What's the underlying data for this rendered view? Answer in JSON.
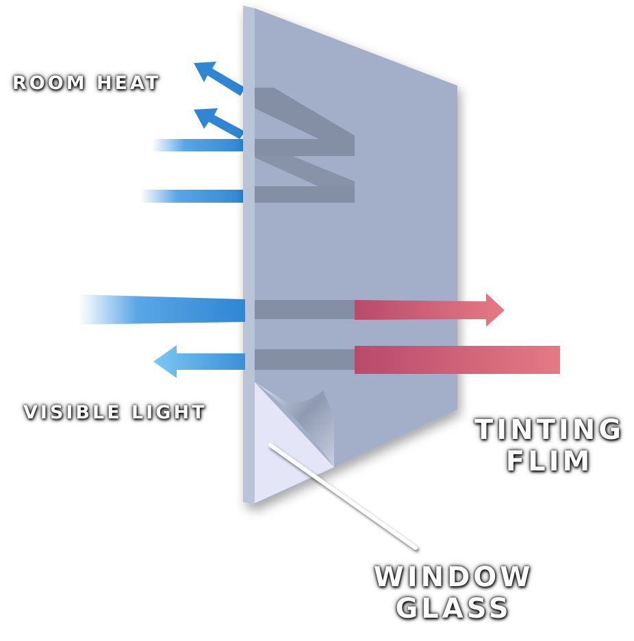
{
  "labels": {
    "room_heat": "ROOM HEAT",
    "visible_light": "VISIBLE LIGHT",
    "tinting_film_line1": "TINTING",
    "tinting_film_line2": "FLIM",
    "window_glass_line1": "WINDOW",
    "window_glass_line2": "GLASS"
  },
  "colors": {
    "glass": "#a3afc8",
    "glass_edge": "#b9c4d9",
    "heat_arrow_blue": "#3a8fd8",
    "transmitted_red": "#c8506a",
    "film_grey": "#7f8aa0"
  }
}
